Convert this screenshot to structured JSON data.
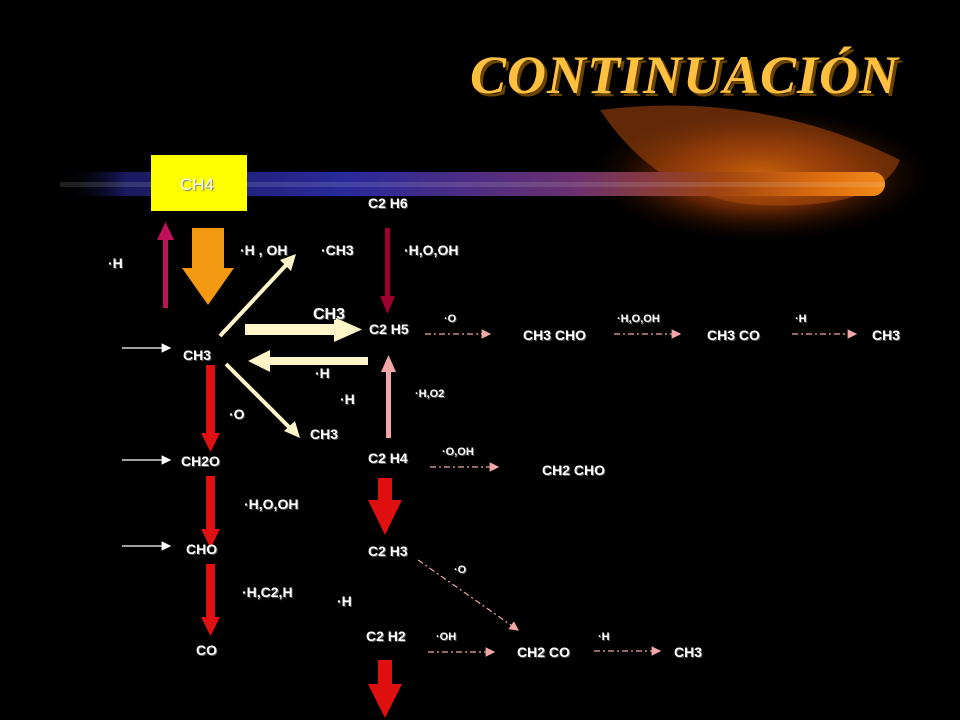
{
  "title": "CONTINUACIÓN",
  "colors": {
    "background": "#000000",
    "title": "#FFC040",
    "box": "#FFFF00",
    "arrow_red": "#E01010",
    "arrow_magenta": "#C0105A",
    "arrow_orange": "#F39A12",
    "arrow_cream": "#FFF5C8",
    "arrow_pink": "#F3A6A6",
    "arrow_darkred": "#A00030"
  },
  "nodes": {
    "ch4": "CH4",
    "c2h6": "C2 H6",
    "ch3_main": "CH3",
    "ch3_upper": "CH3",
    "c2h5": "C2 H5",
    "ch3cho": "CH3 CHO",
    "ch3co": "CH3 CO",
    "ch3_right": "CH3",
    "ch3_lower": "CH3",
    "ch2o": "CH2O",
    "c2h4": "C2 H4",
    "ch2cho": "CH2 CHO",
    "cho": "CHO",
    "c2h3": "C2 H3",
    "c2h2": "C2 H2",
    "co": "CO",
    "ch2co": "CH2 CO",
    "ch3_bottom": "CH3"
  },
  "labels": {
    "h_left": "·H",
    "h_oh": "·H , OH",
    "ch3_rad": "·CH3",
    "h_o_oh_top": "·H,O,OH",
    "o_c2h5": "·O",
    "h_o_oh_small": "·H,O,OH",
    "h_small_right": "·H",
    "h_mid": "·H",
    "h_mid2": "·H",
    "h_o2": "·H,O2",
    "o_left": "·O",
    "o_oh": "·O,OH",
    "h_o_oh_ch2o": "·H,O,OH",
    "o_c2h3": "·O",
    "h_c2_h": "·H,C2,H",
    "h_c2h3": "·H",
    "oh_small": "·OH",
    "h_small_bottom": "·H"
  }
}
